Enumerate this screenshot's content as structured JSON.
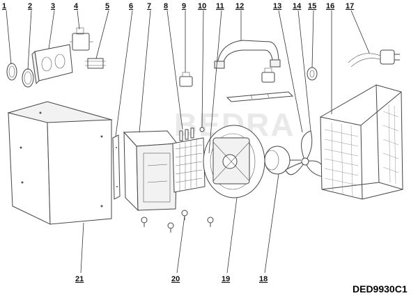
{
  "watermark": "BEDRA",
  "model_code": "DED9930C1",
  "parts": [
    {
      "id": "p1",
      "number": "1"
    },
    {
      "id": "p2",
      "number": "2"
    },
    {
      "id": "p3",
      "number": "3"
    },
    {
      "id": "p4",
      "number": "4"
    },
    {
      "id": "p5",
      "number": "5"
    },
    {
      "id": "p6",
      "number": "6"
    },
    {
      "id": "p7",
      "number": "7"
    },
    {
      "id": "p8",
      "number": "8"
    },
    {
      "id": "p9",
      "number": "9"
    },
    {
      "id": "p10",
      "number": "10"
    },
    {
      "id": "p11",
      "number": "11"
    },
    {
      "id": "p12",
      "number": "12"
    },
    {
      "id": "p13",
      "number": "13"
    },
    {
      "id": "p14",
      "number": "14"
    },
    {
      "id": "p15",
      "number": "15"
    },
    {
      "id": "p16",
      "number": "16"
    },
    {
      "id": "p17",
      "number": "17"
    },
    {
      "id": "p18",
      "number": "18"
    },
    {
      "id": "p19",
      "number": "19"
    },
    {
      "id": "p20",
      "number": "20"
    },
    {
      "id": "p21",
      "number": "21"
    }
  ]
}
